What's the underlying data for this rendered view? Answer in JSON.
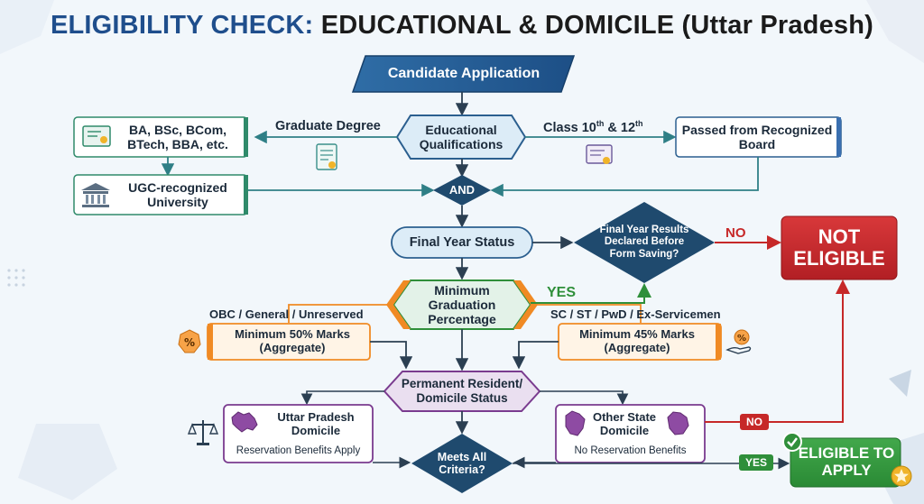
{
  "title": {
    "part1": "ELIGIBILITY CHECK:",
    "part2": "EDUCATIONAL & DOMICILE (Uttar Pradesh)"
  },
  "nodes": {
    "candidate_application": "Candidate Application",
    "educational_qualifications": "Educational Qualifications",
    "degrees": "BA, BSc, BCom, BTech, BBA, etc.",
    "ugc_university": "UGC-recognized University",
    "recognized_board": "Passed from Recognized Board",
    "and": "AND",
    "final_year_status": "Final Year Status",
    "results_declared": "Final Year Results Declared Before Form Saving?",
    "not_eligible": "NOT ELIGIBLE",
    "min_graduation": "Minimum Graduation Percentage",
    "min_50": "Minimum 50% Marks (Aggregate)",
    "min_45": "Minimum 45% Marks (Aggregate)",
    "domicile_status": "Permanent Resident/ Domicile Status",
    "up_domicile": "Uttar Pradesh Domicile",
    "up_benefits": "Reservation Benefits Apply",
    "other_domicile": "Other State Domicile",
    "other_benefits": "No Reservation Benefits",
    "meets_all": "Meets All Criteria?",
    "eligible": "ELIGIBLE TO APPLY"
  },
  "labels": {
    "graduate_degree": "Graduate Degree",
    "class_prefix": "Class 10",
    "class_sup1": "th",
    "class_mid": " & 12",
    "class_sup2": "th",
    "no": "NO",
    "yes": "YES",
    "obc_general": "OBC / General / Unreserved",
    "sc_st": "SC / ST / PwD / Ex-Servicemen",
    "no_badge": "NO",
    "yes_badge": "YES"
  },
  "colors": {
    "title_blue": "#1f4e8c",
    "navy": "#1f4a6e",
    "teal_arrow": "#2f7f86",
    "green": "#2f8f3a",
    "red": "#c62828",
    "orange": "#f08a24",
    "purple": "#7a3b8f"
  },
  "icons": [
    "certificate-icon",
    "university-building-icon",
    "diploma-icon",
    "percent-badge-icon",
    "hand-percent-icon",
    "scales-justice-icon",
    "up-map-icon",
    "state-map-icon",
    "check-circle-icon",
    "star-badge-icon"
  ]
}
